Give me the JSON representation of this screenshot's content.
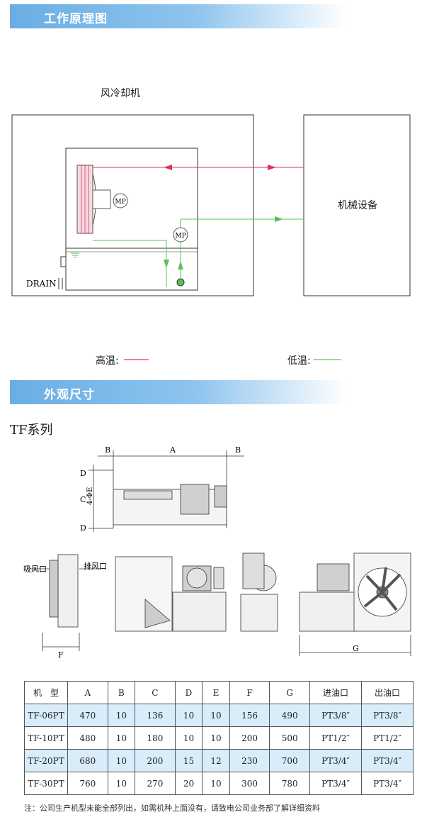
{
  "sections": {
    "principle_title": "工作原理图",
    "dimension_title": "外观尺寸"
  },
  "diagram": {
    "cooler_label": "风冷却机",
    "equipment_label": "机械设备",
    "pump1_label": "MP",
    "pump2_label": "MP",
    "drain_label": "DRAIN",
    "legend_high": "高温:",
    "legend_low": "低温:",
    "colors": {
      "high": "#e0355a",
      "low": "#5cbf5c",
      "line": "#333333"
    }
  },
  "series_title": "TF系列",
  "drawing": {
    "dim_a": "A",
    "dim_b_left": "B",
    "dim_b_right": "B",
    "dim_c": "C",
    "dim_d_top": "D",
    "dim_d_bottom": "D",
    "dim_e": "4-ΦE",
    "inlet_air": "吸风口",
    "outlet_air": "排风口",
    "dim_f": "F",
    "dim_g": "G"
  },
  "table": {
    "headers": [
      "机　型",
      "A",
      "B",
      "C",
      "D",
      "E",
      "F",
      "G",
      "进油口",
      "出油口"
    ],
    "rows": [
      [
        "TF-06PT",
        "470",
        "10",
        "136",
        "10",
        "10",
        "156",
        "490",
        "PT3/8″",
        "PT3/8″"
      ],
      [
        "TF-10PT",
        "480",
        "10",
        "180",
        "10",
        "10",
        "200",
        "500",
        "PT1/2″",
        "PT1/2″"
      ],
      [
        "TF-20PT",
        "680",
        "10",
        "200",
        "15",
        "12",
        "230",
        "700",
        "PT3/4″",
        "PT3/4″"
      ],
      [
        "TF-30PT",
        "760",
        "10",
        "270",
        "20",
        "10",
        "300",
        "780",
        "PT3/4″",
        "PT3/4″"
      ]
    ]
  },
  "note": "注：公司生产机型未能全部列出，如需机种上面没有，请致电公司业务部了解详细资料"
}
